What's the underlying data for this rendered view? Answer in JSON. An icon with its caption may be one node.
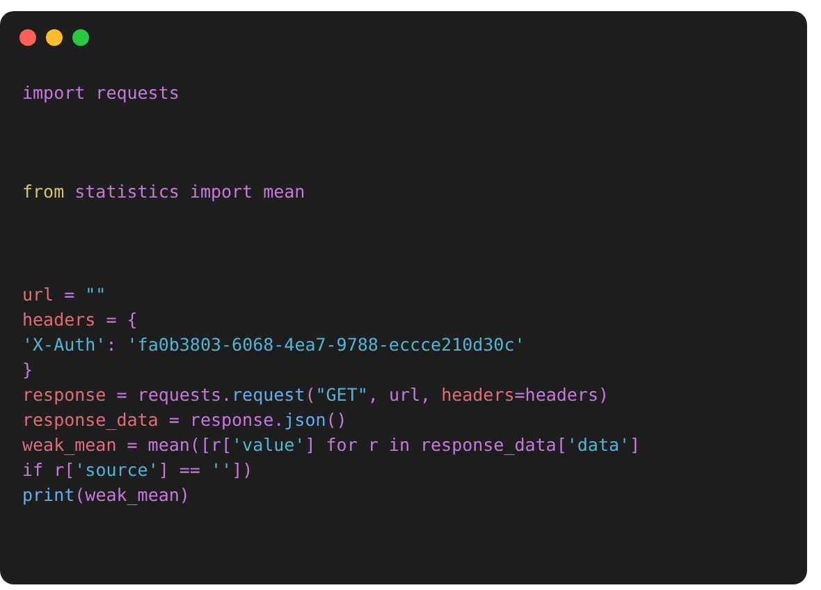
{
  "diagram": {
    "labels": [
      "import requests",
      "from statistics import mean",
      "url = \"\"",
      "headers = {",
      "'X-Auth': 'fa0b3803-6068-4ea7-9788-eccce210d30c'",
      "}",
      "response = requests.request(\"GET\", url, headers=headers)",
      "response_data = response.json()",
      "weak_mean = mean([r['value'] for r in response_data['data']",
      "if r['source'] == ''])",
      "print(weak_mean)"
    ]
  }
}
